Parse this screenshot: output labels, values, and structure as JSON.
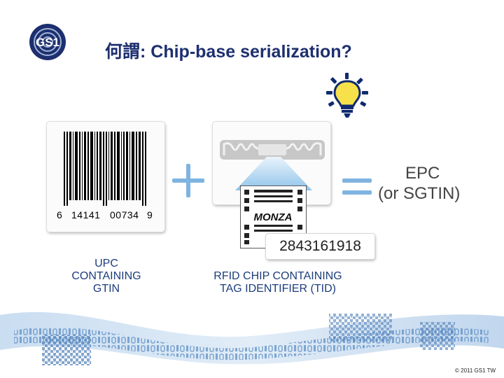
{
  "logo": {
    "text": "GS1"
  },
  "title": "何謂: Chip-base serialization?",
  "upc": {
    "digits": [
      "6",
      "14141",
      "00734",
      "9"
    ],
    "caption": [
      "UPC",
      "CONTAINING",
      "GTIN"
    ]
  },
  "rfid": {
    "chip_brand": "MONZA",
    "tid": "2843161918",
    "caption": [
      "RFID CHIP CONTAINING",
      "TAG IDENTIFIER (TID)"
    ]
  },
  "result": {
    "line1": "EPC",
    "line2": "(or SGTIN)"
  },
  "footer": {
    "copyright": "© 2011 GS1 TW"
  },
  "colors": {
    "navy": "#1d2f6f",
    "blue": "#1c3d7c",
    "light_blue": "#7fb4e0",
    "bulb": "#f6e14a"
  },
  "icons": [
    "gs1-logo-icon",
    "light-bulb-icon",
    "plus-icon",
    "equals-icon",
    "chip-icon"
  ]
}
